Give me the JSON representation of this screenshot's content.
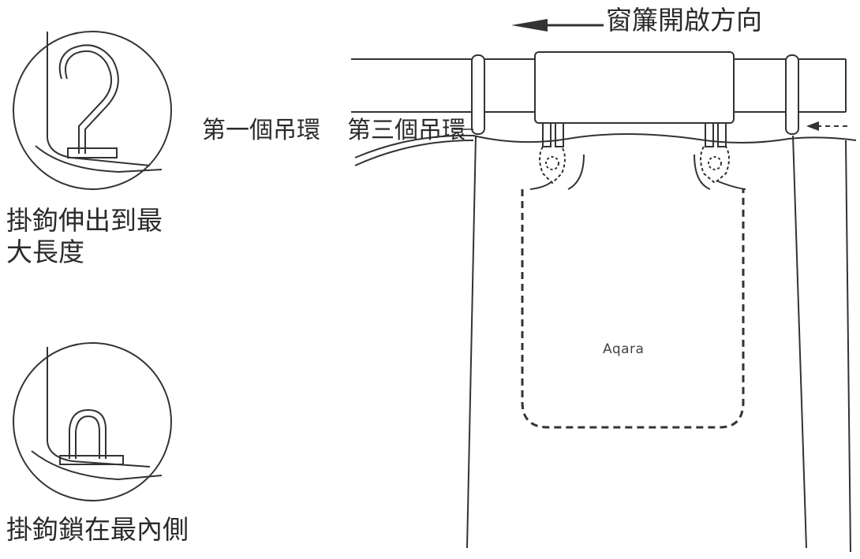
{
  "labels": {
    "open_direction": "窗簾開啟方向",
    "first_ring": "第一個吊環",
    "third_ring": "第三個吊環",
    "hook_extended_line1": "掛鉤伸出到最",
    "hook_extended_line2": "大長度",
    "hook_locked": "掛鉤鎖在最內側"
  },
  "logo": {
    "text": "Aqara"
  },
  "colors": {
    "line": "#333333",
    "text": "#2a2a2a",
    "background": "#ffffff"
  }
}
